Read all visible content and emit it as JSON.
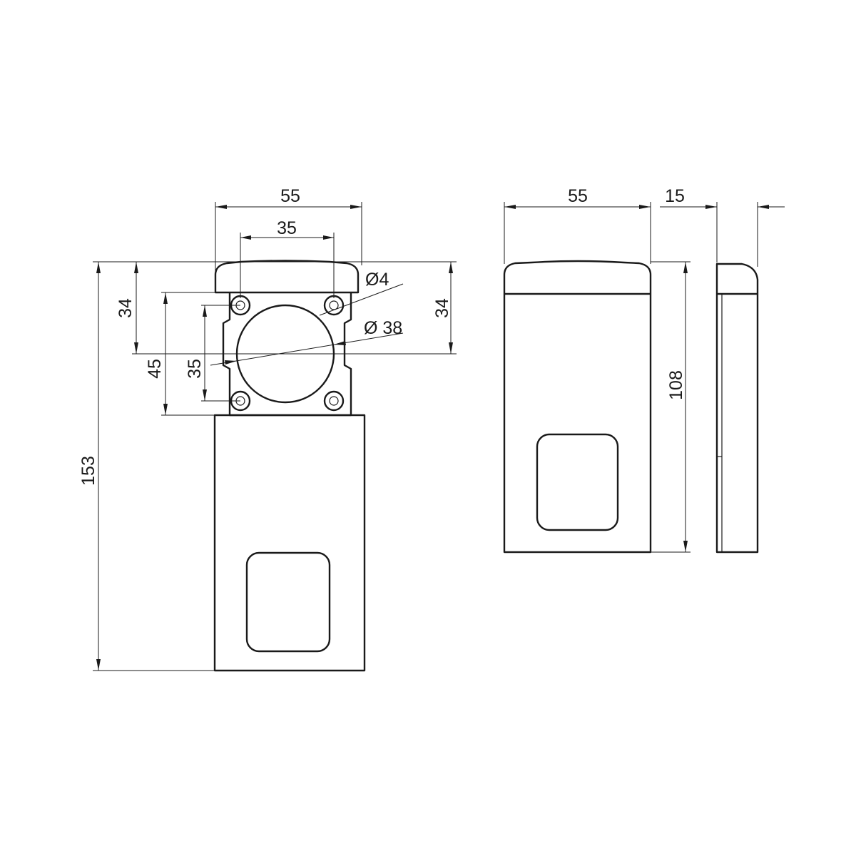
{
  "front_view": {
    "dim_width_top": "55",
    "dim_hole_spacing_x": "35",
    "dim_hole_diameter": "Ø4",
    "dim_cylinder_diameter": "Ø 38",
    "dim_left_34": "34",
    "dim_right_34": "34",
    "dim_45": "45",
    "dim_hole_spacing_y": "35",
    "dim_total_height": "153"
  },
  "side_views": {
    "dim_width": "55",
    "dim_depth": "15",
    "dim_height": "108"
  }
}
